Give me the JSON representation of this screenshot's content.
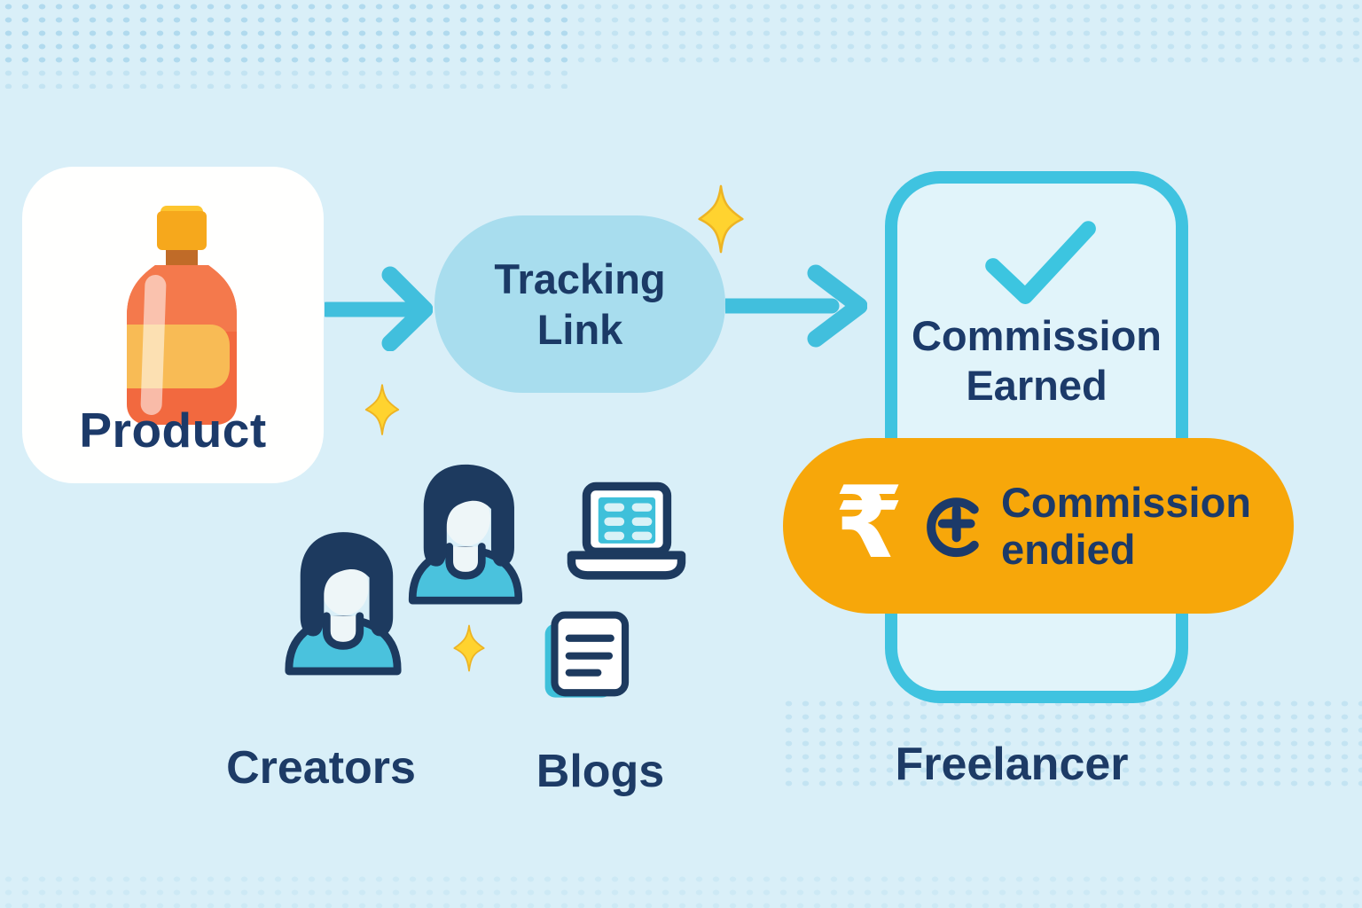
{
  "colors": {
    "background": "#d9eff8",
    "navy_text": "#1c3a69",
    "teal_accent": "#41bfdd",
    "tracking_pill_fill": "#a8ddee",
    "commission_pill_fill": "#f7a70a",
    "sparkle_yellow": "#ffd32f",
    "card_white": "#fffffe",
    "bottle_body_orange": "#f2693f",
    "bottle_cap_orange": "#f6a81c"
  },
  "product_card": {
    "label": "Product",
    "icon": "product-bottle-icon"
  },
  "tracking_pill": {
    "line1": "Tracking",
    "line2": "Link"
  },
  "phone_card": {
    "icon": "checkmark-icon",
    "line1": "Commission",
    "line2": "Earned"
  },
  "commission_pill": {
    "rupee_symbol": "₹",
    "icon": "refresh-plus-icon",
    "line1": "Commission",
    "line2": "endied"
  },
  "labels": {
    "creators": "Creators",
    "blogs": "Blogs",
    "freelancer": "Freelancer"
  },
  "icons": [
    "product-bottle-icon",
    "flow-arrow-icon",
    "sparkle-icon",
    "checkmark-icon",
    "rupee-icon",
    "refresh-plus-icon",
    "creator-person-icon",
    "laptop-icon",
    "blog-document-icon"
  ]
}
